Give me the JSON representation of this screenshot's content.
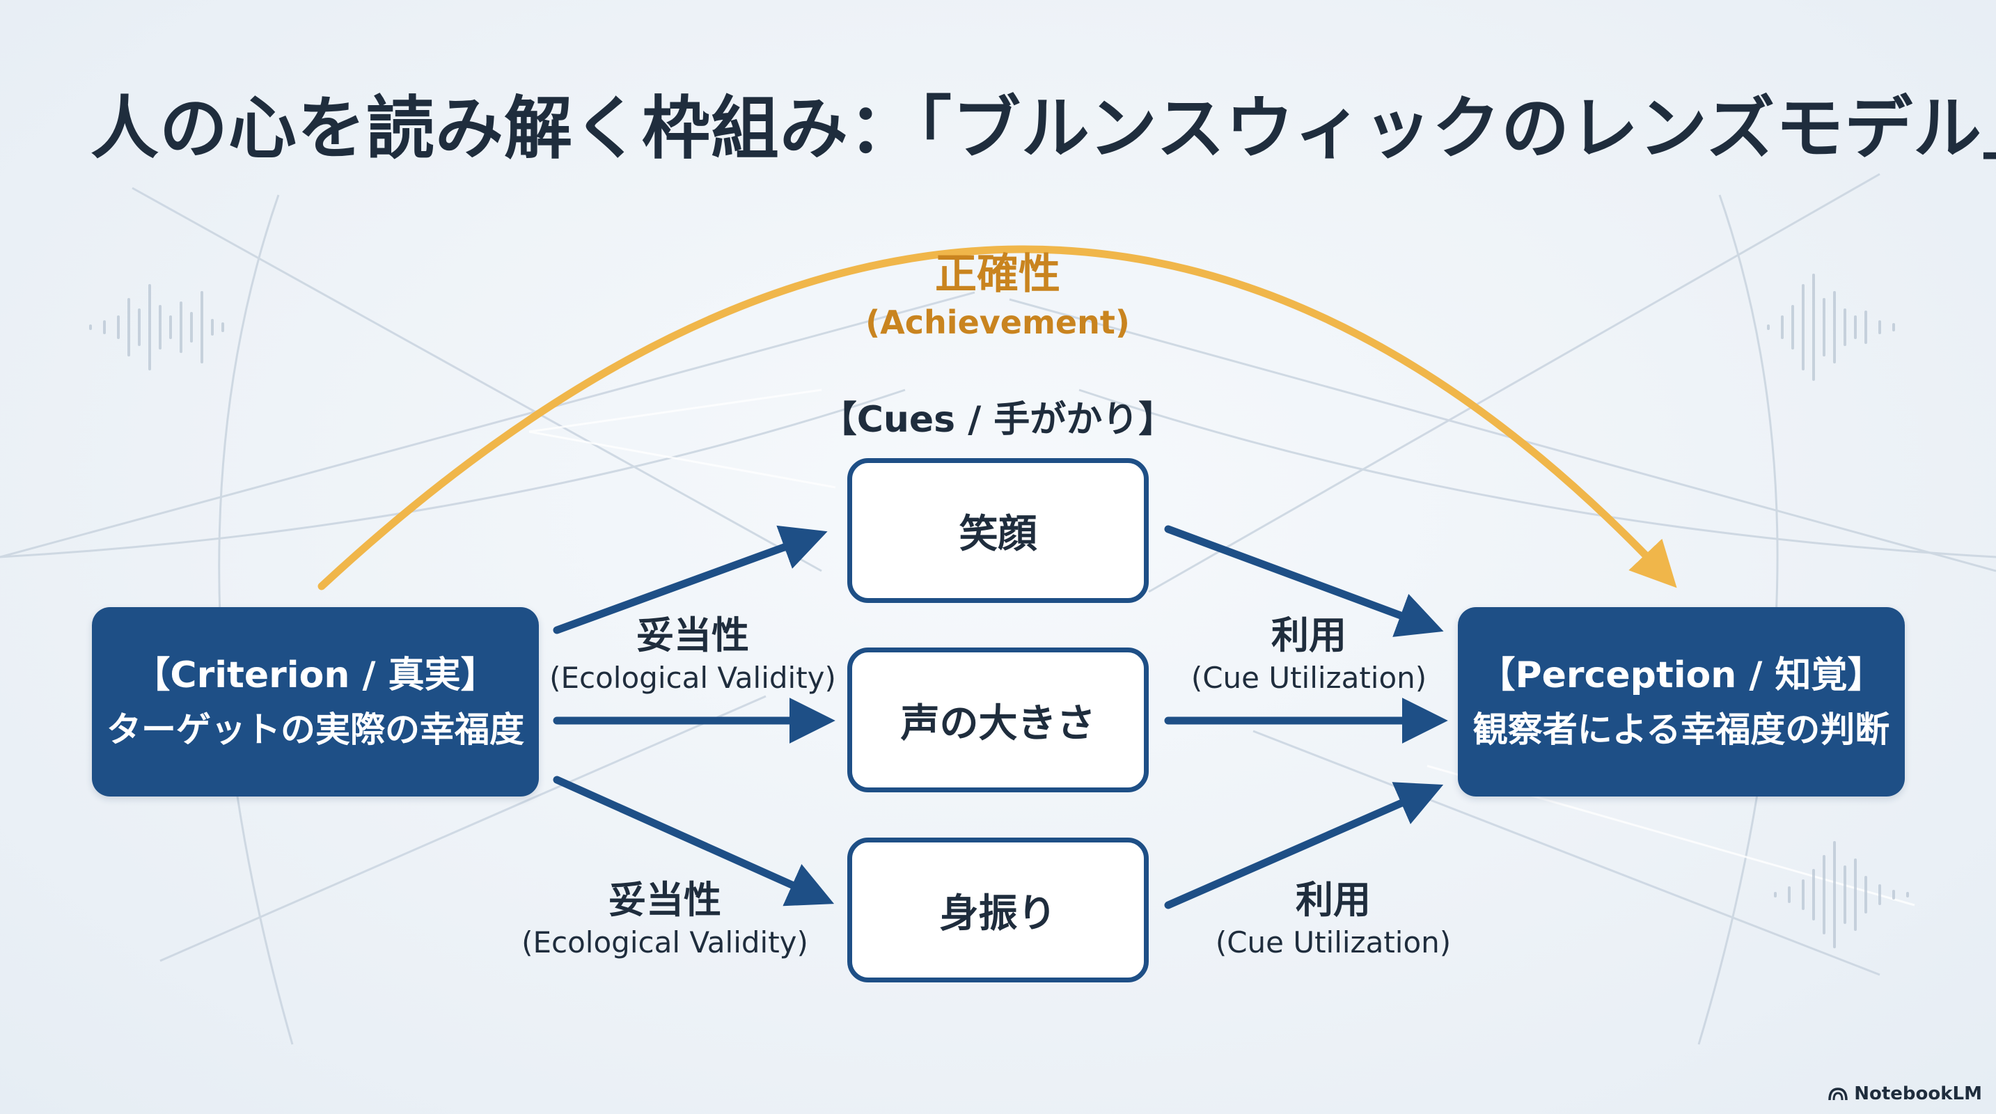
{
  "title": "人の心を読み解く枠組み：「ブルンスウィックのレンズモデル」",
  "achievement": {
    "label_jp": "正確性",
    "label_en": "(Achievement)"
  },
  "cues": {
    "header": "【Cues / 手がかり】",
    "items": [
      "笑顔",
      "声の大きさ",
      "身振り"
    ]
  },
  "criterion": {
    "line1": "【Criterion / 真実】",
    "line2": "ターゲットの実際の幸福度"
  },
  "perception": {
    "line1": "【Perception / 知覚】",
    "line2": "観察者による幸福度の判断"
  },
  "edges": {
    "validity_top": {
      "jp": "妥当性",
      "en": "(Ecological Validity)"
    },
    "validity_bottom": {
      "jp": "妥当性",
      "en": "(Ecological Validity)"
    },
    "utilization_top": {
      "jp": "利用",
      "en": "(Cue Utilization)"
    },
    "utilization_bottom": {
      "jp": "利用",
      "en": "(Cue Utilization)"
    }
  },
  "brand": "NotebookLM",
  "colors": {
    "primary": "#1e4f86",
    "accent_orange": "#f0b64a",
    "text_dark": "#1f2d3d",
    "achievement_text": "#c9841f"
  },
  "icons": [
    "notebooklm-logo-icon"
  ]
}
